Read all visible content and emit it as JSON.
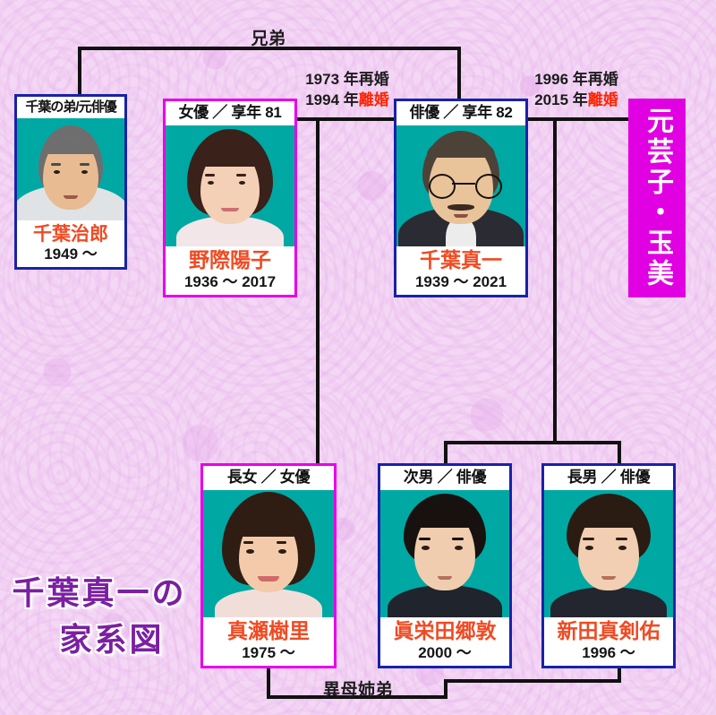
{
  "title": {
    "line1": "千葉真一の",
    "line2": "家系図"
  },
  "colors": {
    "background": "#f2d6f4",
    "photo_backdrop": "#00a8a4",
    "border_blue": "#1822a8",
    "border_magenta": "#e800e8",
    "name_orange": "#f04a22",
    "divorce_red": "#ff2200",
    "panel_magenta": "#e100e1",
    "line_black": "#111111",
    "title_purple": "#7b1fa2"
  },
  "connectors": {
    "sibling_label": "兄弟",
    "half_sibling_label": "異母姉弟",
    "marriage_left": {
      "line1": "1973 年再婚",
      "line2_year": "1994 年",
      "line2_event": "離婚"
    },
    "marriage_right": {
      "line1": "1996 年再婚",
      "line2_year": "2015 年",
      "line2_event": "離婚"
    }
  },
  "people": [
    {
      "id": "chiba-jiro",
      "role": "千葉の弟/元俳優",
      "name": "千葉治郎",
      "years": "1949 ～",
      "border": "blue"
    },
    {
      "id": "nogiwa-yoko",
      "role": "女優 ／ 享年 81",
      "name": "野際陽子",
      "years": "1936 ～ 2017",
      "border": "magenta"
    },
    {
      "id": "chiba-shinichi",
      "role": "俳優 ／ 享年 82",
      "name": "千葉真一",
      "years": "1939 ～ 2021",
      "border": "blue"
    },
    {
      "id": "mase-juri",
      "role": "長女 ／ 女優",
      "name": "真瀬樹里",
      "years": "1975 ～",
      "border": "magenta"
    },
    {
      "id": "maeda-gordon",
      "role": "次男 ／ 俳優",
      "name": "眞栄田郷敦",
      "years": "2000 ～",
      "border": "blue"
    },
    {
      "id": "nitta-mackenyu",
      "role": "長男 ／ 俳優",
      "name": "新田真剣佑",
      "years": "1996 ～",
      "border": "blue"
    }
  ],
  "panel": {
    "text": "元芸子・玉美"
  }
}
